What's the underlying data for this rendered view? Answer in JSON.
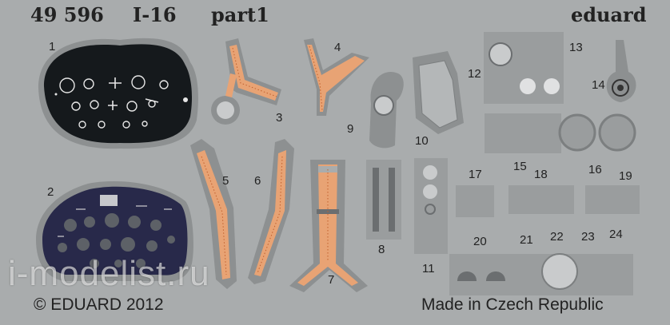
{
  "header": {
    "catalog_number": "49 596",
    "aircraft": "I-16",
    "part": "part1",
    "brand": "eduard"
  },
  "part_numbers": [
    "1",
    "2",
    "3",
    "4",
    "5",
    "6",
    "7",
    "8",
    "9",
    "10",
    "11",
    "12",
    "13",
    "14",
    "15",
    "16",
    "17",
    "18",
    "19",
    "20",
    "21",
    "22",
    "23",
    "24"
  ],
  "footer": {
    "copyright": "© EDUARD 2012",
    "origin": "Made in Czech Republic"
  },
  "watermark": "i-modelist.ru",
  "colors": {
    "fret": "#a9acad",
    "fret_shadow": "#8e9192",
    "panel_1": "#15191c",
    "panel_2": "#28294a",
    "belt": "#e8a374",
    "belt_stitch": "#c0602e"
  }
}
